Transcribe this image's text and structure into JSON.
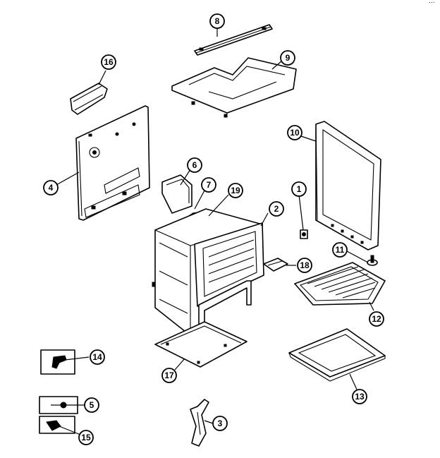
{
  "diagram": {
    "corner_mark": "···",
    "callouts": [
      {
        "id": "c8",
        "label": "8"
      },
      {
        "id": "c9",
        "label": "9"
      },
      {
        "id": "c16",
        "label": "16"
      },
      {
        "id": "c10",
        "label": "10"
      },
      {
        "id": "c4",
        "label": "4"
      },
      {
        "id": "c6",
        "label": "6"
      },
      {
        "id": "c7",
        "label": "7"
      },
      {
        "id": "c19",
        "label": "19"
      },
      {
        "id": "c1",
        "label": "1"
      },
      {
        "id": "c2",
        "label": "2"
      },
      {
        "id": "c11",
        "label": "11"
      },
      {
        "id": "c18",
        "label": "18"
      },
      {
        "id": "c12",
        "label": "12"
      },
      {
        "id": "c14",
        "label": "14"
      },
      {
        "id": "c17",
        "label": "17"
      },
      {
        "id": "c13",
        "label": "13"
      },
      {
        "id": "c5",
        "label": "5"
      },
      {
        "id": "c3",
        "label": "3"
      },
      {
        "id": "c15",
        "label": "15"
      }
    ]
  }
}
